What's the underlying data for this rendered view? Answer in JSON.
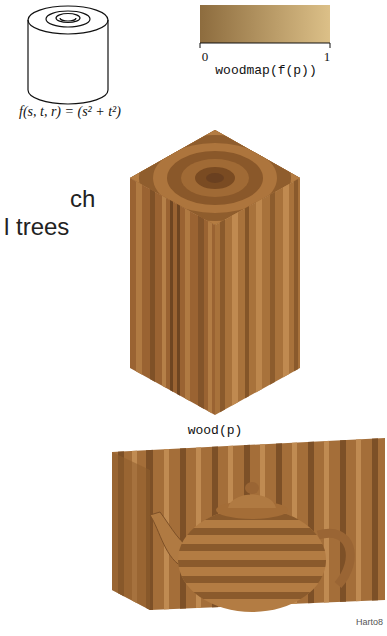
{
  "diagram": {
    "labels": [
      "f(s, t, r) = (s² + t²)",
      "0",
      "1",
      "woodmap(f(p))",
      "ch",
      "l trees",
      "wood(p)",
      "Harto8"
    ]
  }
}
